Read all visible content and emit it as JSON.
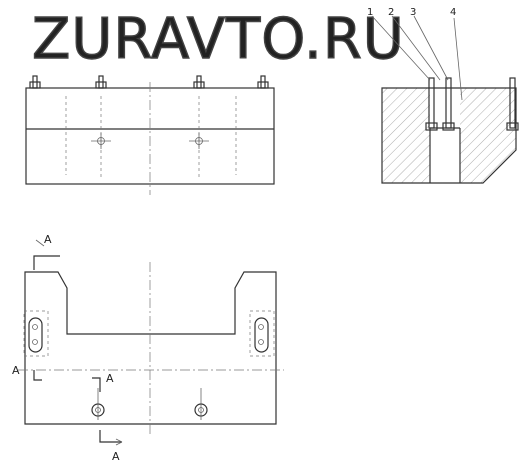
{
  "watermark": "ZURAVTO.RU",
  "callouts": [
    "1",
    "2",
    "3",
    "4"
  ],
  "section_marks": {
    "top": "A",
    "left": "A",
    "middle": "A",
    "bottom": "A"
  }
}
